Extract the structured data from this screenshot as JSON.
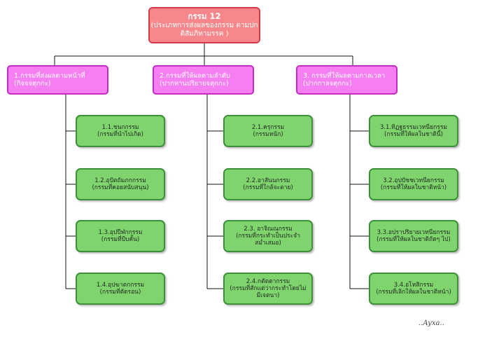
{
  "root": {
    "title": "กรรม 12",
    "subtitle": "(ประเภทการส่งผลของกรรม ตามปกติสัมภิทามรรค )"
  },
  "categories": [
    {
      "label": "1.กรรมที่ส่งผลตามหน้าที่",
      "sub": "(กิจจจตุกกะ)",
      "items": [
        {
          "title": "1.1.ชนกกรรม",
          "desc": "(กรรมที่นำไปเกิด)"
        },
        {
          "title": "1.2.อุปัตถัมภกกรรม",
          "desc": "(กรรมที่คอยสนับสนุน)"
        },
        {
          "title": "1.3.อุปปีฬกกรรม",
          "desc": "(กรรมที่บีบคั้น)"
        },
        {
          "title": "1.4.อุปฆาตกกรรม",
          "desc": "(กรรมที่ตัดรอน)"
        }
      ]
    },
    {
      "label": "2.กรรมที่ให้ผลตามลำดับ",
      "sub": "(ปากทานปริยายจตุกกะ)",
      "items": [
        {
          "title": "2.1.ครุกรรม",
          "desc": "(กรรมหนัก)"
        },
        {
          "title": "2.2.อาสันนกรรม",
          "desc": "(กรรมที่ใกล้จะตาย)"
        },
        {
          "title": "2.3. อาจิณณกรรม",
          "desc": "(กรรมที่กระทำเป็นประจำ",
          "desc2": "สม่ำเสมอ)"
        },
        {
          "title": "2.4.กตัตตากรรม",
          "desc": "(กรรมที่สักแต่ว่ากระทำโดยไม่",
          "desc2": "มีเจตนา)"
        }
      ]
    },
    {
      "label": "3. กรรมที่ให้ผลตามกาลเวลา",
      "sub": "(ปากกาลจตุกกะ)",
      "items": [
        {
          "title": "3.1.ทิฏฐธรรมเวทนียกรรม",
          "desc": "(กรรมที่ให้ผลในชาตินี้)"
        },
        {
          "title": "3.2.อุปปัชชเวทนียกรรม",
          "desc": "(กรรมที่ให้ผลในชาติหน้า)"
        },
        {
          "title": "3.3.อปราปริยายเวทนียกรรม",
          "desc": "(กรรมที่ให้ผลในชาติถัดๆ ไป)"
        },
        {
          "title": "3.4.อโหสิกรรม",
          "desc": "(กรรมที่เลิกให้ผลในชาติหน้า)"
        }
      ]
    }
  ],
  "signature": "..Ayxa.."
}
